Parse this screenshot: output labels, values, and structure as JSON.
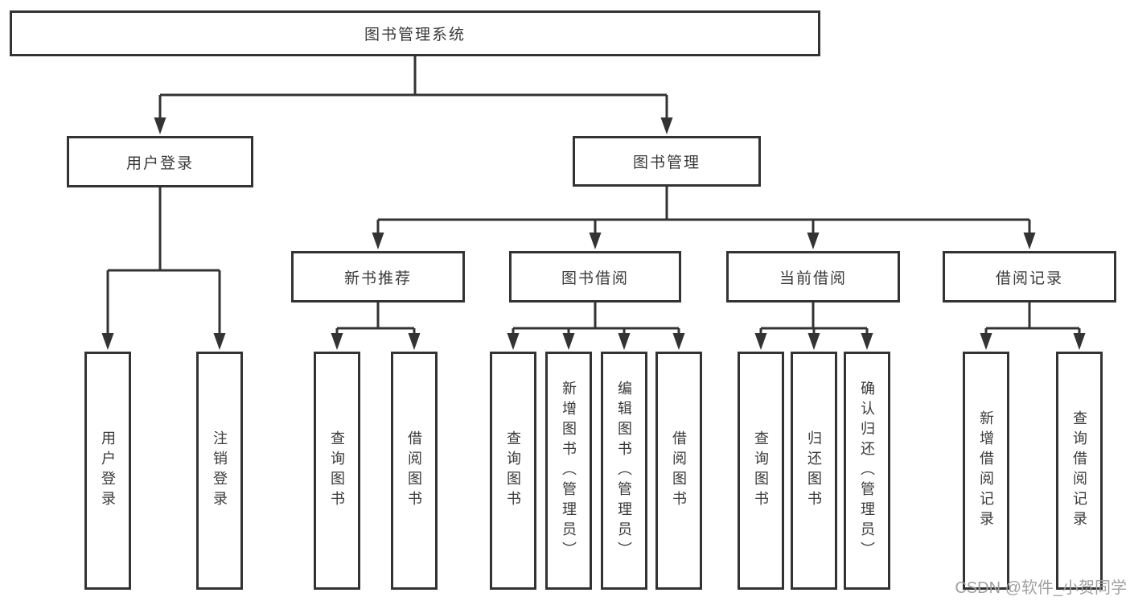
{
  "diagram": {
    "root": "图书管理系统",
    "user_login": {
      "label": "用户登录",
      "children": [
        "用户登录",
        "注销登录"
      ]
    },
    "book_management": {
      "label": "图书管理",
      "new_books": {
        "label": "新书推荐",
        "children": [
          "查询图书",
          "借阅图书"
        ]
      },
      "book_borrow": {
        "label": "图书借阅",
        "children": [
          "查询图书",
          "新增图书（管理员）",
          "编辑图书（管理员）",
          "借阅图书"
        ]
      },
      "current_borrow": {
        "label": "当前借阅",
        "children": [
          "查询图书",
          "归还图书",
          "确认归还（管理员）"
        ]
      },
      "borrow_records": {
        "label": "借阅记录",
        "children": [
          "新增借阅记录",
          "查询借阅记录"
        ]
      }
    }
  },
  "watermark": "CSDN @软件_小贺同学",
  "colors": {
    "line": "#333333",
    "text": "#3a3a3a",
    "watermark": "#a0a0a0",
    "background": "#ffffff"
  }
}
